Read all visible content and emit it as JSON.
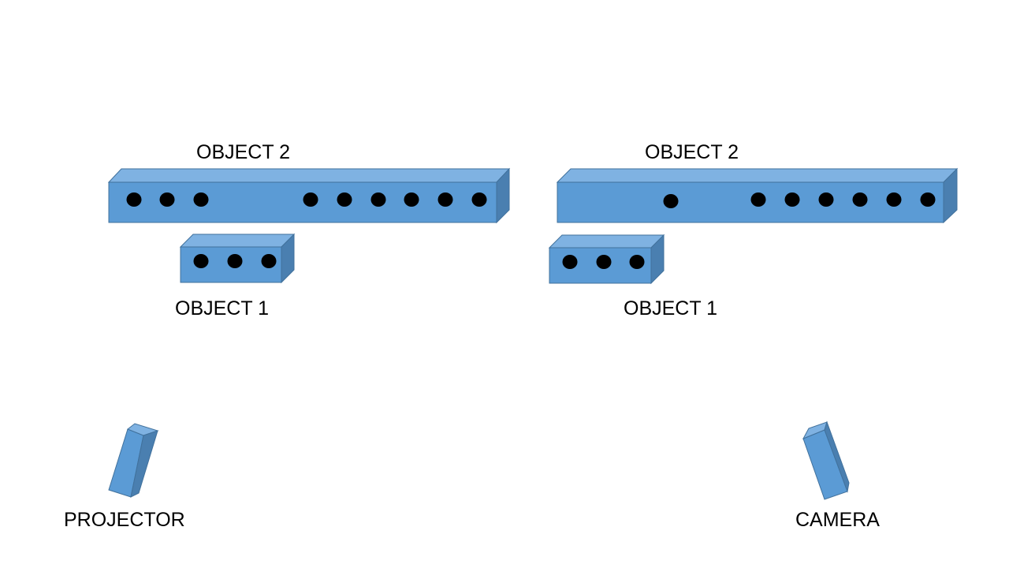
{
  "left_panel": {
    "object2_label": "OBJECT 2",
    "object1_label": "OBJECT 1",
    "object2_dots": 9,
    "object1_dots": 3,
    "device_label": "PROJECTOR"
  },
  "right_panel": {
    "object2_label": "OBJECT 2",
    "object1_label": "OBJECT 1",
    "object2_dots": 7,
    "object1_dots": 3,
    "device_label": "CAMERA"
  },
  "colors": {
    "box_front": "#5b9bd5",
    "box_top": "#7fb2e2",
    "box_side": "#4a7fb0",
    "box_stroke": "#41719c",
    "dot": "#000000"
  }
}
